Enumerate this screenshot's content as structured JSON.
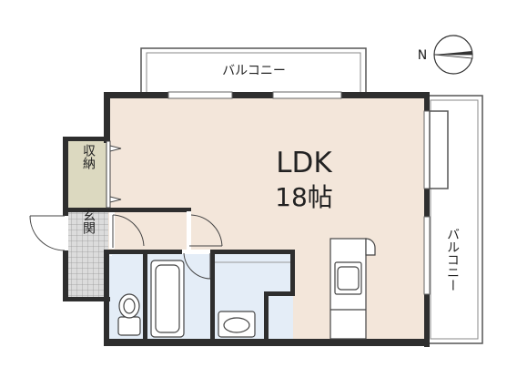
{
  "rooms": {
    "ldk_name": "LDK",
    "ldk_size": "18帖",
    "storage": "収納",
    "entrance": "玄関"
  },
  "balconies": {
    "top": "バルコニー",
    "right": "バルコニー"
  },
  "compass": {
    "north_label": "N"
  },
  "colors": {
    "wall": "#2e2e2e",
    "ldk_floor": "#f3e6da",
    "storage_floor": "#dcd9c0",
    "wet_area_floor": "#e4edf7",
    "entrance_tile": "#d9d9d9",
    "balcony_floor": "#ffffff"
  }
}
